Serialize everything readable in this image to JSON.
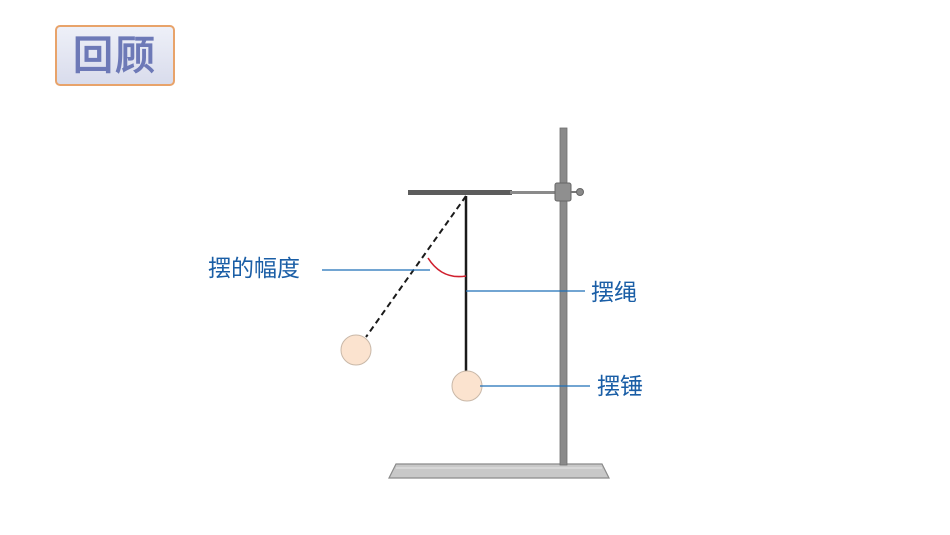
{
  "header": {
    "title": "回顾"
  },
  "labels": {
    "amplitude": "摆的幅度",
    "rope": "摆绳",
    "bob": "摆锤"
  },
  "colors": {
    "label_text": "#1a5ea6",
    "pointer_line": "#1f6fb8",
    "angle_arc": "#d0202f",
    "bob_fill": "#fbe3cf",
    "stand_gray": "#8a8a8a",
    "badge_border": "#e8a36a",
    "badge_text": "#6d79b7"
  }
}
